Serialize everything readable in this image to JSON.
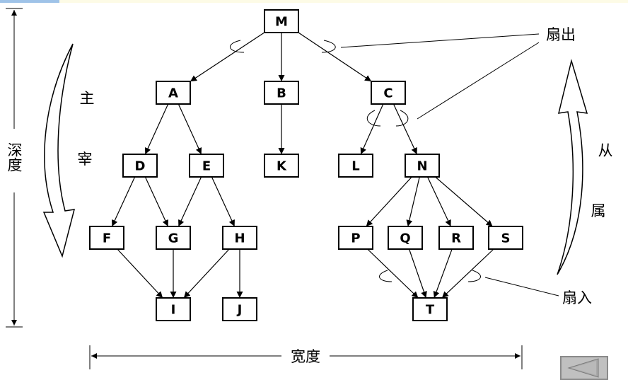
{
  "nodes": {
    "M": "M",
    "A": "A",
    "B": "B",
    "C": "C",
    "D": "D",
    "E": "E",
    "K": "K",
    "L": "L",
    "N": "N",
    "F": "F",
    "G": "G",
    "H": "H",
    "P": "P",
    "Q": "Q",
    "R": "R",
    "S": "S",
    "I": "I",
    "J": "J",
    "T": "T"
  },
  "edges": [
    [
      "M",
      "A"
    ],
    [
      "M",
      "B"
    ],
    [
      "M",
      "C"
    ],
    [
      "A",
      "D"
    ],
    [
      "A",
      "E"
    ],
    [
      "B",
      "K"
    ],
    [
      "C",
      "L"
    ],
    [
      "C",
      "N"
    ],
    [
      "D",
      "F"
    ],
    [
      "D",
      "G"
    ],
    [
      "E",
      "G"
    ],
    [
      "E",
      "H"
    ],
    [
      "N",
      "P"
    ],
    [
      "N",
      "Q"
    ],
    [
      "N",
      "R"
    ],
    [
      "N",
      "S"
    ],
    [
      "F",
      "I"
    ],
    [
      "G",
      "I"
    ],
    [
      "H",
      "I"
    ],
    [
      "H",
      "J"
    ],
    [
      "P",
      "T"
    ],
    [
      "Q",
      "T"
    ],
    [
      "R",
      "T"
    ],
    [
      "S",
      "T"
    ]
  ],
  "labels": {
    "fan_out": "扇出",
    "fan_in": "扇入",
    "depth": "深度",
    "width": "宽度",
    "dominate_1": "主",
    "dominate_2": "宰",
    "subordinate_1": "从",
    "subordinate_2": "属"
  },
  "colors": {
    "accent": "#9fc3e8",
    "button": "#c0c0c0"
  },
  "icons": {
    "back": "triangle-left-icon"
  }
}
